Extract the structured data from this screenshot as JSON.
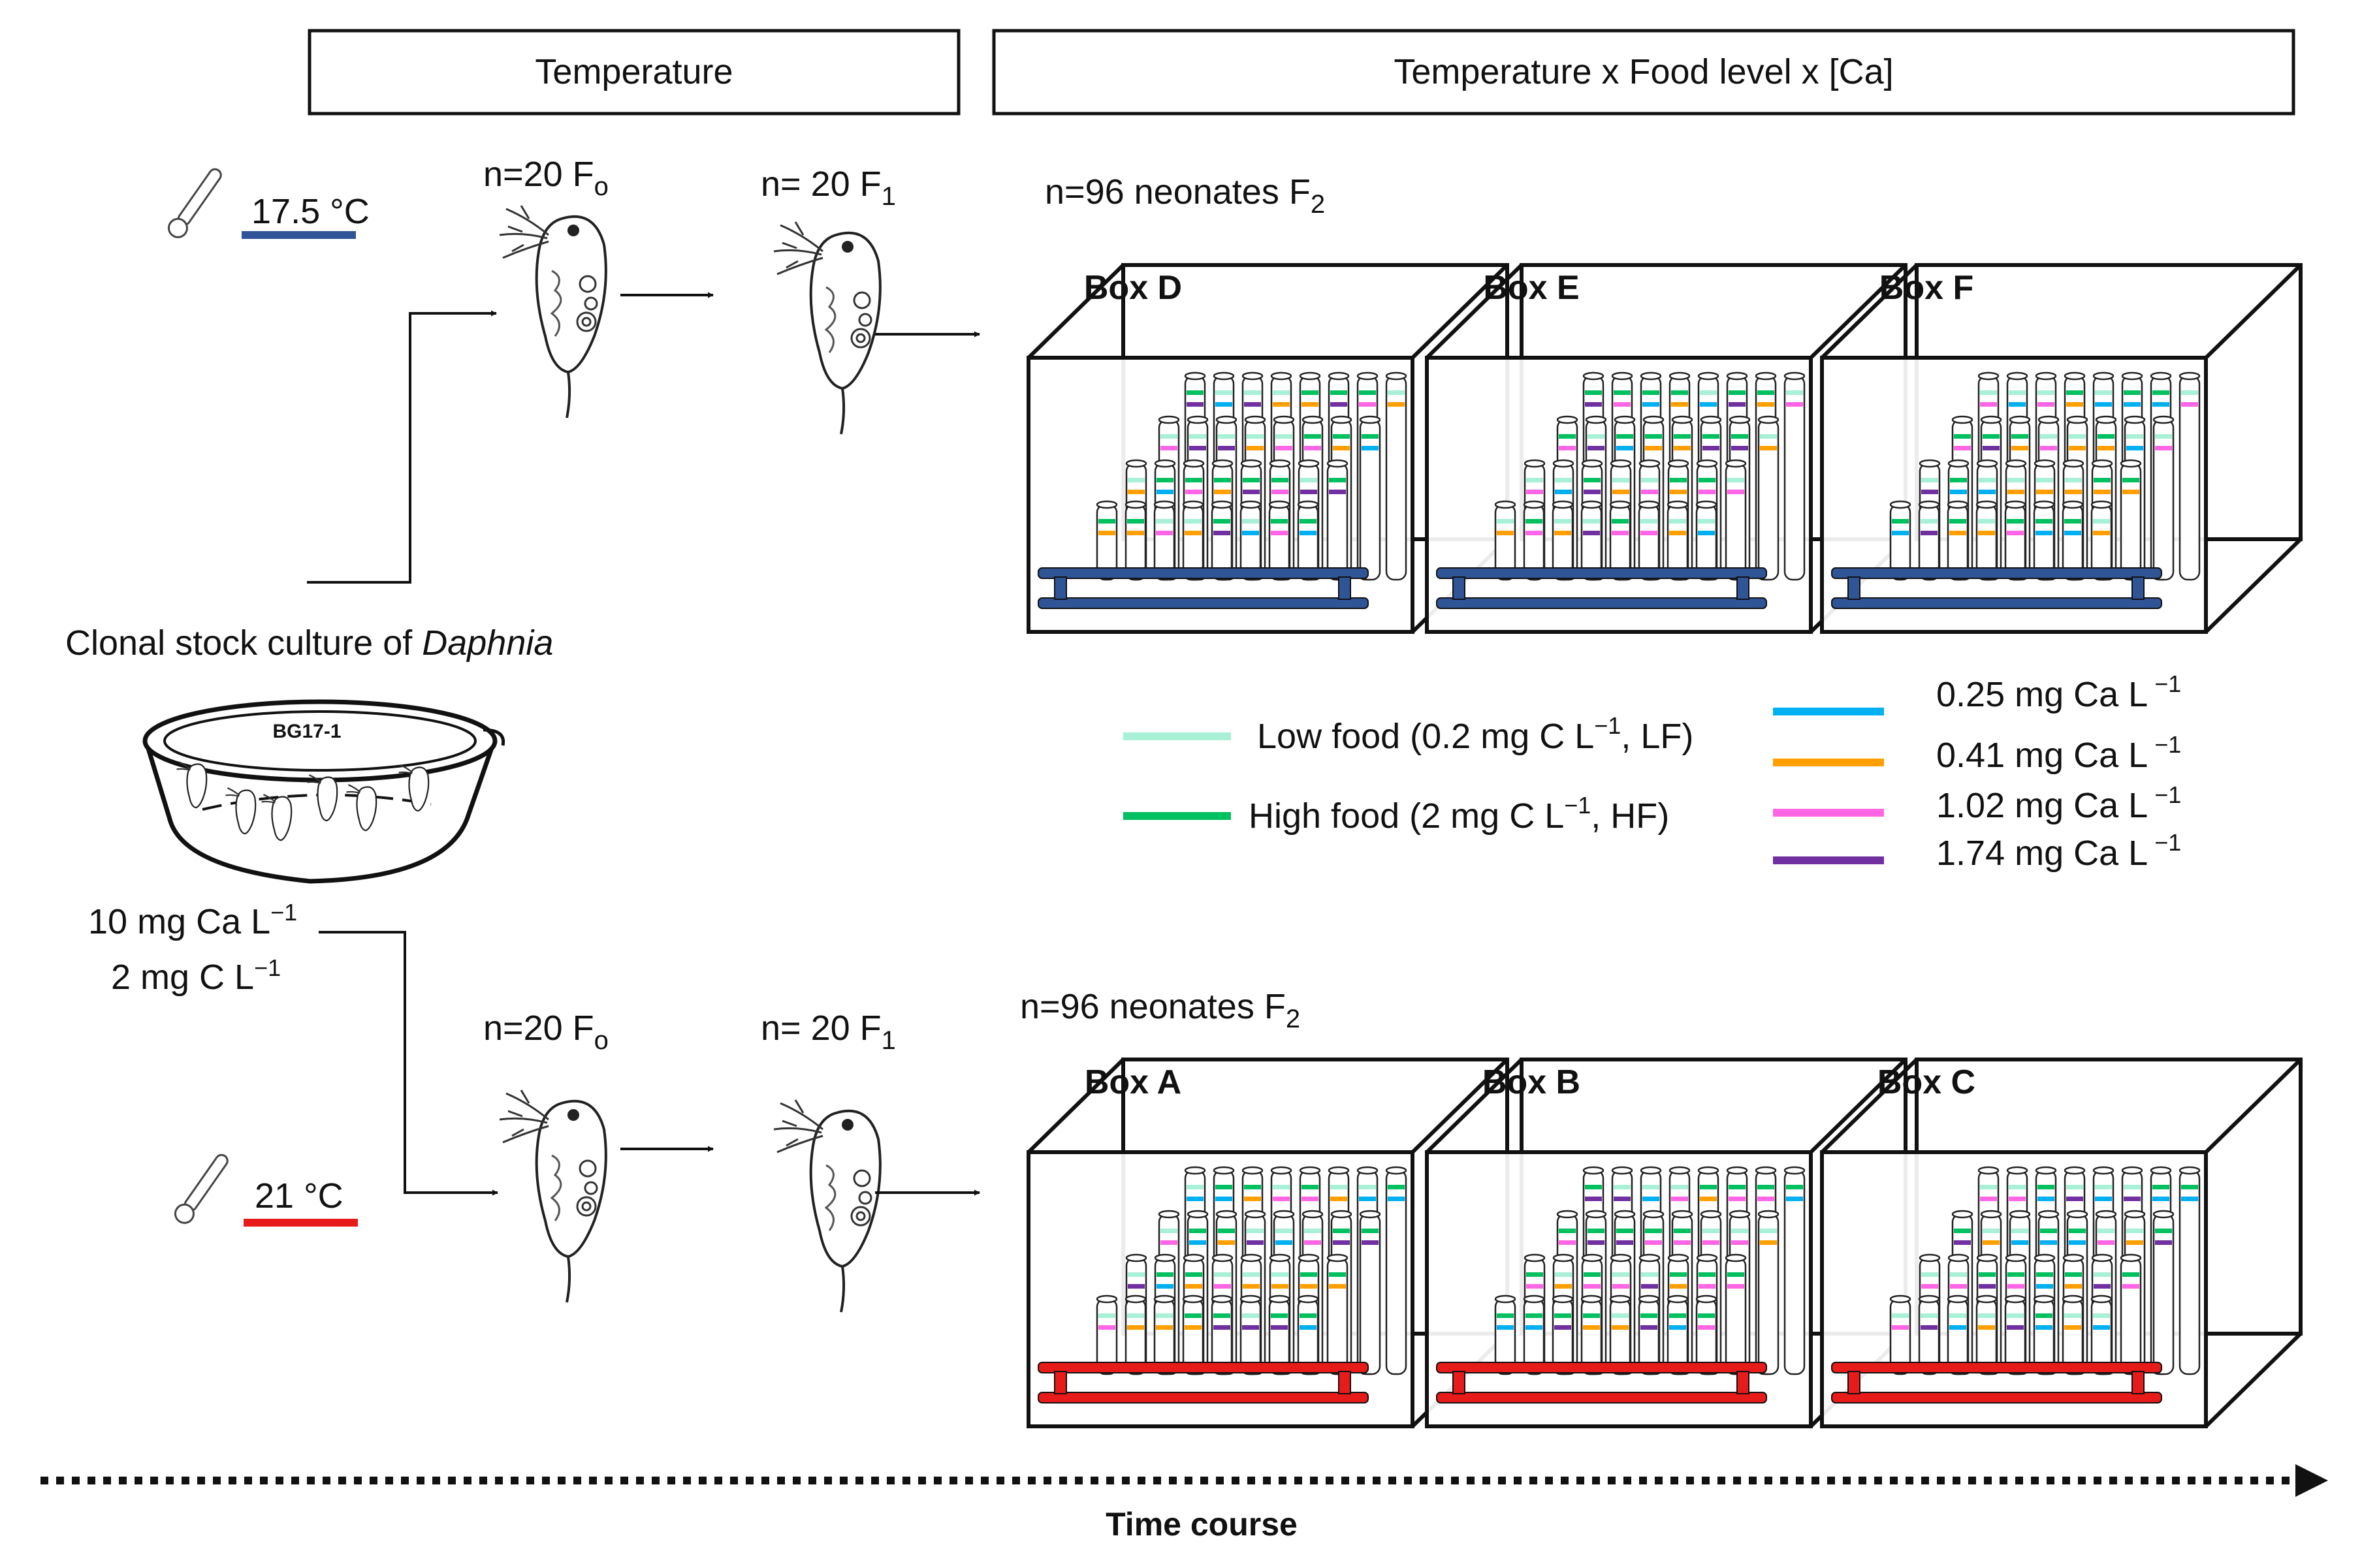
{
  "headers": {
    "left": "Temperature",
    "right": "Temperature x Food level x [Ca]"
  },
  "temps": {
    "cold": {
      "label": "17.5 °C",
      "color": "#2f5597"
    },
    "warm": {
      "label": "21 °C",
      "color": "#e81b1b"
    }
  },
  "generations": {
    "f0_prefix": "n=20 F",
    "f0_sub": "o",
    "f1_prefix": "n= 20 F",
    "f1_sub": "1",
    "f2_prefix": "n=96 neonates F",
    "f2_sub": "2"
  },
  "stock": {
    "label_prefix": "Clonal stock culture of ",
    "label_species": "Daphnia",
    "bowl_label": "BG17-1",
    "ca_value": "10 mg Ca L",
    "c_value": "2 mg C L",
    "unit_sup": "−1"
  },
  "boxes": {
    "top": [
      "Box D",
      "Box E",
      "Box F"
    ],
    "bottom": [
      "Box A",
      "Box B",
      "Box C"
    ]
  },
  "legend": {
    "food": [
      {
        "pre": "Low food (0.2 mg C L",
        "sup": "−1",
        "post": ", LF)",
        "color": "#a8f0d6"
      },
      {
        "pre": "High food (2 mg C L",
        "sup": "−1",
        "post": ", HF)",
        "color": "#00c060"
      }
    ],
    "calcium": [
      {
        "pre": "0.25 mg Ca L",
        "sup": "−1",
        "color": "#00b0f0"
      },
      {
        "pre": "0.41 mg Ca L",
        "sup": "−1",
        "color": "#ffa000"
      },
      {
        "pre": "1.02 mg Ca L",
        "sup": "−1",
        "color": "#ff66e6"
      },
      {
        "pre": "1.74 mg Ca L",
        "sup": "−1",
        "color": "#7030a0"
      }
    ]
  },
  "timeline": {
    "label": "Time course"
  }
}
